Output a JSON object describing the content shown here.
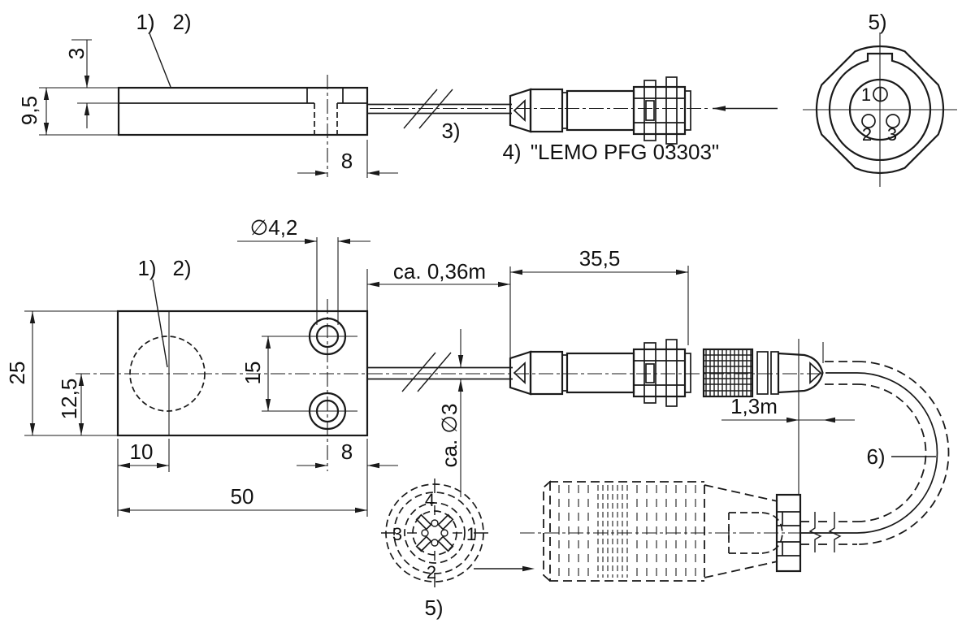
{
  "figure": {
    "type": "technical-dimensional-drawing",
    "line_color": "#1a1a1a",
    "bg_color": "#ffffff"
  },
  "callouts": {
    "n1": "1)",
    "n2": "2)",
    "n3": "3)",
    "n4": "4)",
    "n5": "5)",
    "n6": "6)",
    "lemo_type": "\"LEMO PFG 03303\""
  },
  "dimensions": {
    "plate_thickness": "3",
    "body_height": "9,5",
    "hole_to_edge": "8",
    "mounting_hole_dia": "∅4,2",
    "body_width": "25",
    "axis_offset": "12,5",
    "hole_pitch": "15",
    "face_offset": "10",
    "body_length": "50",
    "pigtail_length": "ca. 0,36m",
    "plug_length": "35,5",
    "cable_dia": "ca. ∅3",
    "extension_length": "1,3m"
  },
  "plug_face_pins": {
    "pin1": "1",
    "pin2": "2",
    "pin3": "3"
  },
  "coupler_face_pins": {
    "pos4": "4",
    "pos3": "3",
    "pos1": "1",
    "pos2": "2"
  }
}
